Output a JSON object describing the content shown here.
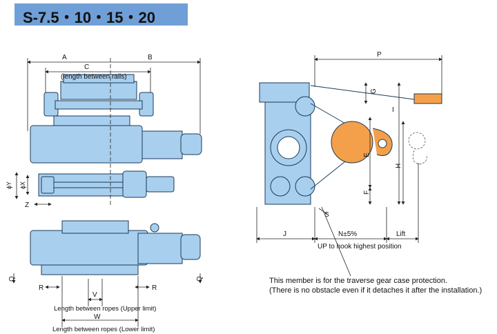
{
  "title": "S-7.5・10・15・20",
  "colors": {
    "body": "#a9cfee",
    "body_stroke": "#1a3a5a",
    "hook": "#f4a04a",
    "banner": "#6f9fd6",
    "dim_line": "#222222"
  },
  "left_view": {
    "dim_A": "A",
    "dim_B": "B",
    "dim_C": "C",
    "rails_note": "(length between rails)",
    "dim_Y": "ϕY",
    "dim_X": "ϕX",
    "dim_Z": "Z"
  },
  "bottom_view": {
    "dim_Q_left": "Q",
    "dim_Q_right": "Q",
    "dim_R_left": "R",
    "dim_R_right": "R",
    "dim_V": "V",
    "upper_note": "Length between ropes (Upper limit)",
    "dim_W": "W",
    "lower_note": "Length between ropes (Lower limit)"
  },
  "side_view": {
    "dim_P": "P",
    "dim_G": "G",
    "dim_I": "I",
    "dim_E": "E",
    "dim_H": "H",
    "dim_F": "F",
    "dim_S": "S",
    "dim_J": "J",
    "dim_N": "N±5%",
    "dim_Lift": "Lift",
    "up_note": "UP to hook highest position"
  },
  "note": {
    "line1": "This member is for the traverse gear case protection.",
    "line2": "(There is no obstacle even if it detaches it after the installation.)"
  }
}
